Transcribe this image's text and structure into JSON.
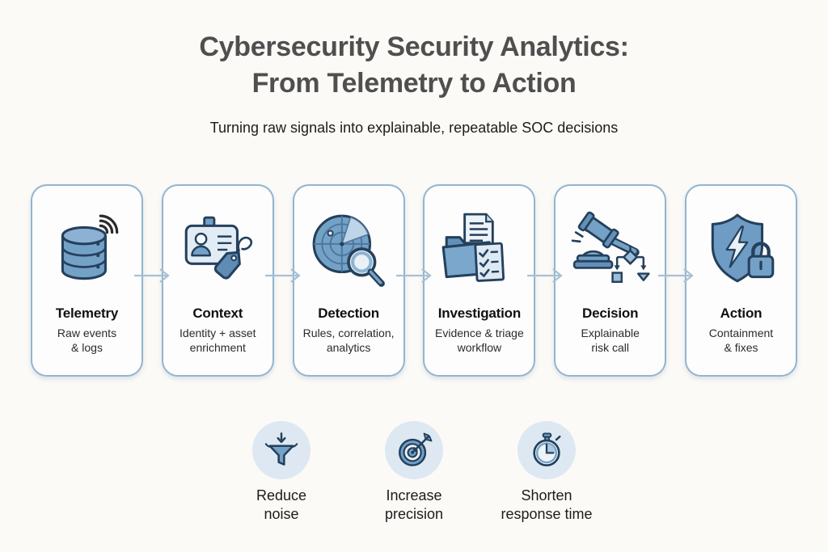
{
  "header": {
    "title": "Cybersecurity Security Analytics:\nFrom Telemetry to Action",
    "subtitle": "Turning raw signals into explainable, repeatable SOC decisions"
  },
  "pipeline": {
    "connector_icon": "right-arrow-icon",
    "stages": [
      {
        "title": "Telemetry",
        "subtitle": "Raw events\n& logs",
        "icon": "database-signal-icon"
      },
      {
        "title": "Context",
        "subtitle": "Identity + asset\nenrichment",
        "icon": "id-badge-tag-icon"
      },
      {
        "title": "Detection",
        "subtitle": "Rules, correlation,\nanalytics",
        "icon": "radar-magnifier-icon"
      },
      {
        "title": "Investigation",
        "subtitle": "Evidence & triage\nworkflow",
        "icon": "folder-checklist-icon"
      },
      {
        "title": "Decision",
        "subtitle": "Explainable\nrisk call",
        "icon": "gavel-flowchart-icon"
      },
      {
        "title": "Action",
        "subtitle": "Containment\n& fixes",
        "icon": "shield-lock-icon"
      }
    ]
  },
  "benefits": [
    {
      "label": "Reduce\nnoise",
      "icon": "funnel-icon"
    },
    {
      "label": "Increase\nprecision",
      "icon": "target-icon"
    },
    {
      "label": "Shorten\nresponse time",
      "icon": "stopwatch-icon"
    }
  ],
  "colors": {
    "background": "#fbfaf7",
    "card_background": "#fdfdfd",
    "card_border": "#93b5cf",
    "arrow": "#a7c0d4",
    "icon_blue": "#74a1c6",
    "icon_blue_dark": "#6390b8",
    "icon_blue_light": "#dce9f3",
    "icon_stroke": "#24405c",
    "title_text": "#4f4f4f",
    "subtitle_text": "#1c1c1c",
    "stage_title_text": "#101010",
    "stage_subtitle_text": "#2b2b2b",
    "benefit_label_text": "#1c1c1c",
    "benefit_circle": "#dde8f2"
  }
}
